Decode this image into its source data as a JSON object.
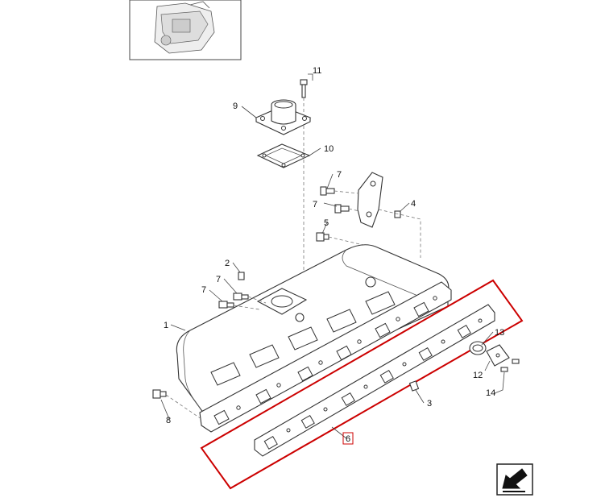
{
  "diagram": {
    "callouts": [
      {
        "id": "c11",
        "label": "11"
      },
      {
        "id": "c9",
        "label": "9"
      },
      {
        "id": "c10",
        "label": "10"
      },
      {
        "id": "c7a",
        "label": "7"
      },
      {
        "id": "c7b",
        "label": "7"
      },
      {
        "id": "c4",
        "label": "4"
      },
      {
        "id": "c5",
        "label": "5"
      },
      {
        "id": "c2",
        "label": "2"
      },
      {
        "id": "c7c",
        "label": "7"
      },
      {
        "id": "c7d",
        "label": "7"
      },
      {
        "id": "c1",
        "label": "1"
      },
      {
        "id": "c13",
        "label": "13"
      },
      {
        "id": "c12",
        "label": "12"
      },
      {
        "id": "c14",
        "label": "14"
      },
      {
        "id": "c3",
        "label": "3"
      },
      {
        "id": "c8",
        "label": "8"
      },
      {
        "id": "c6",
        "label": "6"
      }
    ],
    "highlighted_part": "6",
    "highlight_color": "#cc0000",
    "icons": [
      "engine-thumbnail-icon",
      "navigate-arrow-icon"
    ]
  }
}
